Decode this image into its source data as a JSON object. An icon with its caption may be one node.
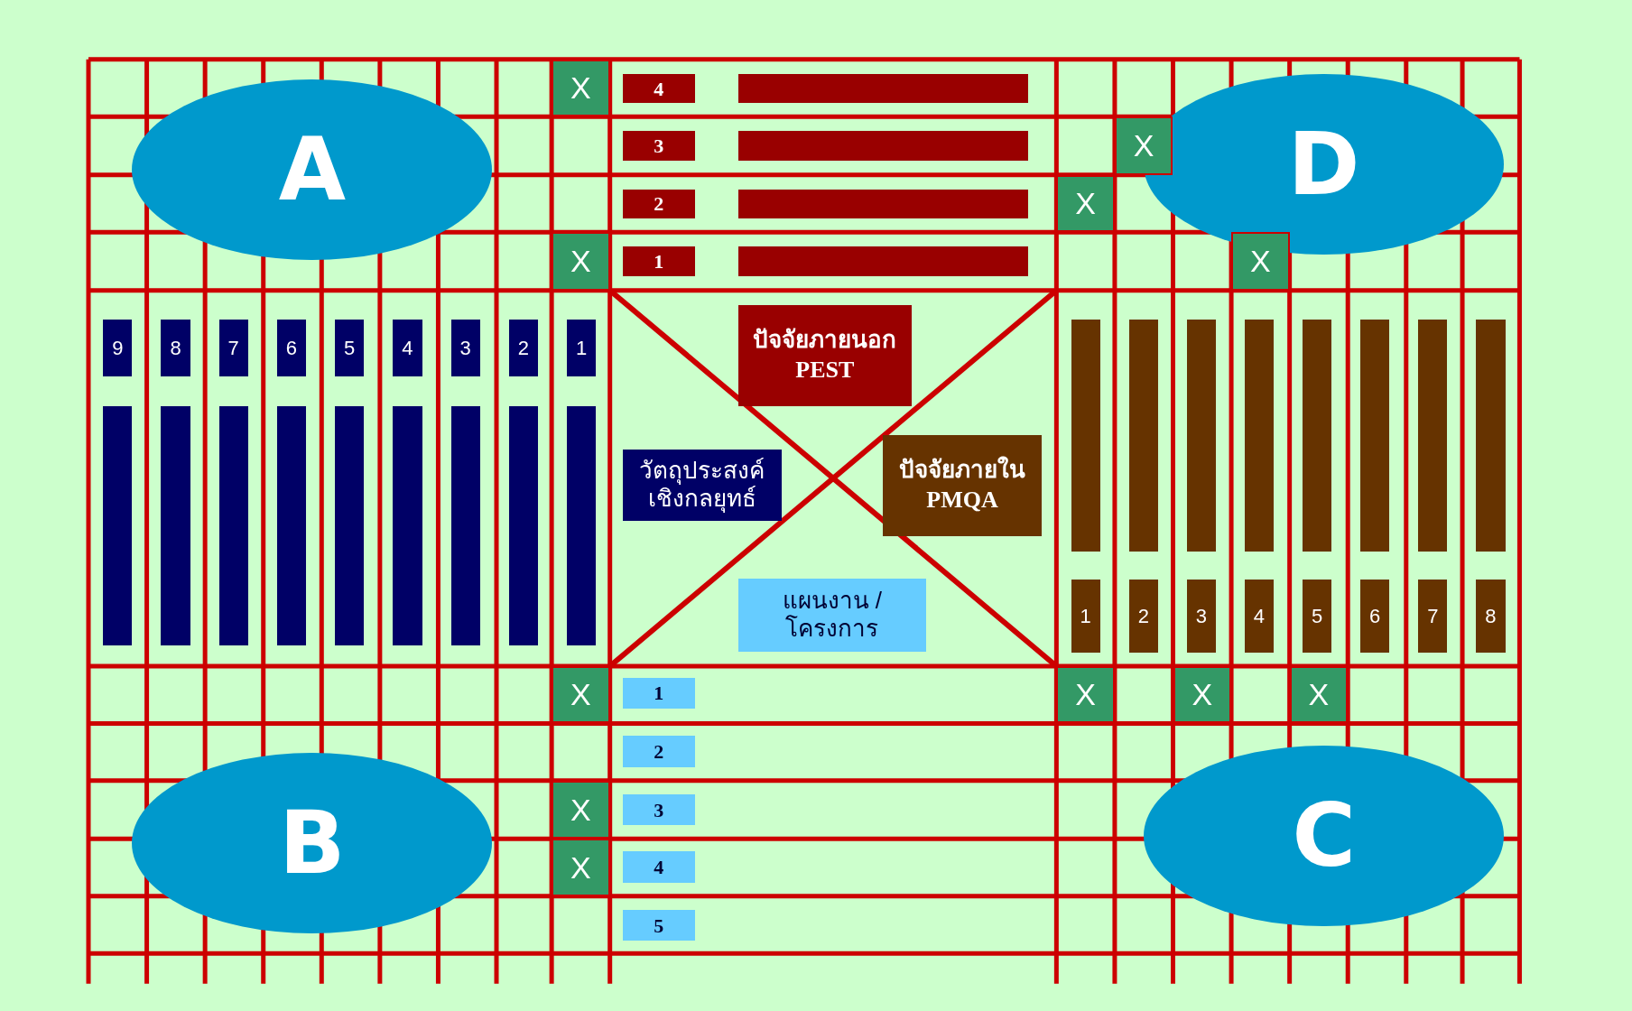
{
  "diagram": {
    "nodes": [
      {
        "text": [
          "A"
        ]
      },
      {
        "text": [
          "D"
        ]
      },
      {
        "text": [
          "B"
        ]
      },
      {
        "text": [
          "C"
        ]
      },
      {
        "text": [
          "X"
        ]
      },
      {
        "text": [
          "4"
        ]
      },
      {
        "text": [],
        "shape": "bar"
      },
      {
        "text": [
          "3"
        ]
      },
      {
        "text": [],
        "shape": "bar"
      },
      {
        "text": [
          "X"
        ]
      },
      {
        "text": [
          "2"
        ]
      },
      {
        "text": [],
        "shape": "bar"
      },
      {
        "text": [
          "X"
        ]
      },
      {
        "text": [
          "X"
        ]
      },
      {
        "text": [
          "1"
        ]
      },
      {
        "text": [],
        "shape": "bar"
      },
      {
        "text": [
          "X"
        ]
      },
      {
        "text": [
          "9"
        ]
      },
      {
        "text": [
          "8"
        ]
      },
      {
        "text": [
          "7"
        ]
      },
      {
        "text": [
          "6"
        ]
      },
      {
        "text": [
          "5"
        ]
      },
      {
        "text": [
          "4"
        ]
      },
      {
        "text": [
          "3"
        ]
      },
      {
        "text": [
          "2"
        ]
      },
      {
        "text": [
          "1"
        ]
      },
      {
        "text": [
          "ปัจจัยภายนอก PEST"
        ]
      },
      {
        "text": [],
        "shape": "bar"
      },
      {
        "text": [],
        "shape": "bar"
      },
      {
        "text": [],
        "shape": "bar"
      },
      {
        "text": [],
        "shape": "bar"
      },
      {
        "text": [],
        "shape": "bar"
      },
      {
        "text": [],
        "shape": "bar"
      },
      {
        "text": [],
        "shape": "bar"
      },
      {
        "text": [],
        "shape": "bar"
      },
      {
        "text": [],
        "shape": "bar"
      },
      {
        "text": [],
        "shape": "bar"
      },
      {
        "text": [],
        "shape": "bar"
      },
      {
        "text": [],
        "shape": "bar"
      },
      {
        "text": [],
        "shape": "bar"
      },
      {
        "text": [],
        "shape": "bar"
      },
      {
        "text": [],
        "shape": "bar"
      },
      {
        "text": [],
        "shape": "bar"
      },
      {
        "text": [],
        "shape": "bar"
      },
      {
        "text": [
          "วัตถุประสงค์เชิงกลยุทธ์"
        ]
      },
      {
        "text": [
          "ปัจจัยภายใน PMQA"
        ]
      },
      {
        "text": [
          "แผนงาน / โครงการ"
        ]
      },
      {
        "text": [
          "1"
        ]
      },
      {
        "text": [
          "2"
        ]
      },
      {
        "text": [
          "3"
        ]
      },
      {
        "text": [
          "4"
        ]
      },
      {
        "text": [
          "5"
        ]
      },
      {
        "text": [
          "6"
        ]
      },
      {
        "text": [
          "7"
        ]
      },
      {
        "text": [
          "8"
        ]
      },
      {
        "text": [
          "X"
        ]
      },
      {
        "text": [
          "1"
        ]
      },
      {
        "text": [
          "X"
        ]
      },
      {
        "text": [
          "X"
        ]
      },
      {
        "text": [
          "X"
        ]
      },
      {
        "text": [
          "2"
        ]
      },
      {
        "text": [
          "X"
        ]
      },
      {
        "text": [
          "3"
        ]
      },
      {
        "text": [
          "X"
        ]
      },
      {
        "text": [
          "4"
        ]
      },
      {
        "text": [
          "5"
        ]
      }
    ]
  }
}
